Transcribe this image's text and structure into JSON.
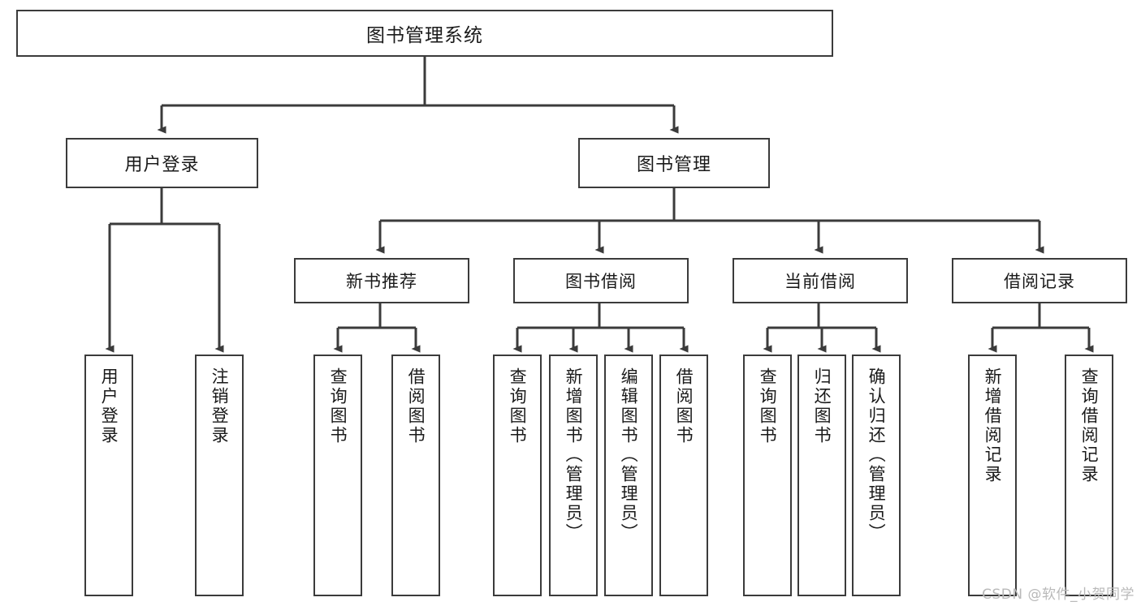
{
  "diagram": {
    "type": "tree",
    "title": "图书管理系统",
    "watermark": "CSDN @软件_小贺同学",
    "colors": {
      "box_border": "#3b3b3b",
      "box_fill": "#ffffff",
      "line": "#3b3b3b",
      "text": "#1a1a1a",
      "watermark": "#b9b9b9"
    },
    "nodes": {
      "root": {
        "label": "图书管理系统"
      },
      "level1": [
        {
          "label": "用户登录"
        },
        {
          "label": "图书管理"
        }
      ],
      "level2": [
        {
          "label": "新书推荐"
        },
        {
          "label": "图书借阅"
        },
        {
          "label": "当前借阅"
        },
        {
          "label": "借阅记录"
        }
      ],
      "leaves": [
        {
          "label": "用户登录",
          "parent": "用户登录"
        },
        {
          "label": "注销登录",
          "parent": "用户登录"
        },
        {
          "label": "查询图书",
          "parent": "新书推荐"
        },
        {
          "label": "借阅图书",
          "parent": "新书推荐"
        },
        {
          "label": "查询图书",
          "parent": "图书借阅"
        },
        {
          "label": "新增图书（管理员）",
          "parent": "图书借阅"
        },
        {
          "label": "编辑图书（管理员）",
          "parent": "图书借阅"
        },
        {
          "label": "借阅图书",
          "parent": "图书借阅"
        },
        {
          "label": "查询图书",
          "parent": "当前借阅"
        },
        {
          "label": "归还图书",
          "parent": "当前借阅"
        },
        {
          "label": "确认归还（管理员）",
          "parent": "当前借阅"
        },
        {
          "label": "新增借阅记录",
          "parent": "借阅记录"
        },
        {
          "label": "查询借阅记录",
          "parent": "借阅记录"
        }
      ]
    }
  }
}
